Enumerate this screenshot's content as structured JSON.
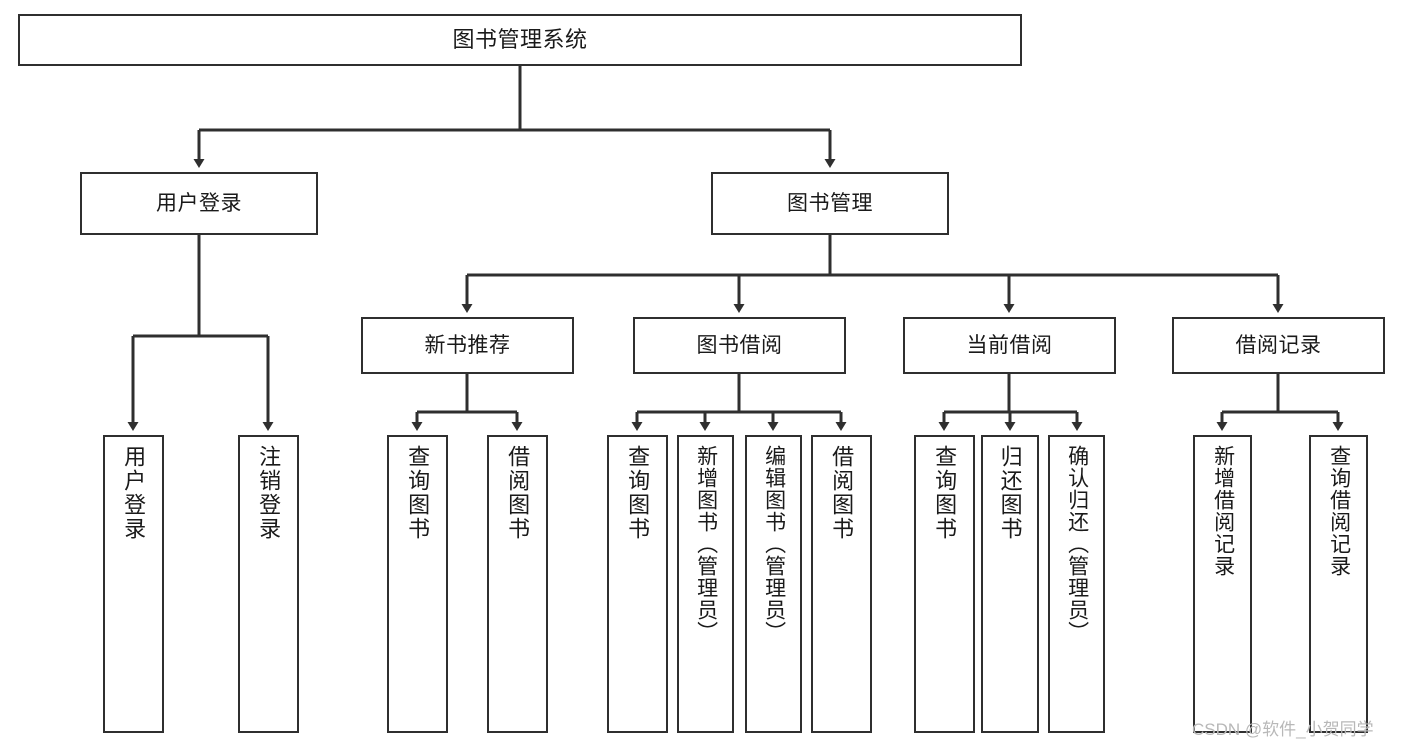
{
  "diagram": {
    "title": "图书管理系统",
    "type": "hierarchy-tree",
    "orientation": "top-down",
    "colors": {
      "stroke": "#2f2f2f",
      "fill": "#ffffff",
      "text": "#1a1a1a",
      "watermark": "#b8b8b8"
    },
    "levels": {
      "root": {
        "label": "图书管理系统"
      },
      "level1": [
        {
          "id": "user-login",
          "label": "用户登录"
        },
        {
          "id": "book-manage",
          "label": "图书管理"
        }
      ],
      "level2": [
        {
          "id": "new-book-recommend",
          "label": "新书推荐",
          "parent": "book-manage"
        },
        {
          "id": "book-borrow",
          "label": "图书借阅",
          "parent": "book-manage"
        },
        {
          "id": "current-borrow",
          "label": "当前借阅",
          "parent": "book-manage"
        },
        {
          "id": "borrow-record",
          "label": "借阅记录",
          "parent": "book-manage"
        }
      ],
      "leaves": [
        {
          "id": "leaf-user-login",
          "label": "用户登录",
          "parent": "user-login"
        },
        {
          "id": "leaf-logout-login",
          "label": "注销登录",
          "parent": "user-login"
        },
        {
          "id": "leaf-query-book-1",
          "label": "查询图书",
          "parent": "new-book-recommend"
        },
        {
          "id": "leaf-borrow-book-1",
          "label": "借阅图书",
          "parent": "new-book-recommend"
        },
        {
          "id": "leaf-query-book-2",
          "label": "查询图书",
          "parent": "book-borrow"
        },
        {
          "id": "leaf-add-book",
          "label": "新增图书（管理员）",
          "parent": "book-borrow"
        },
        {
          "id": "leaf-edit-book",
          "label": "编辑图书（管理员）",
          "parent": "book-borrow"
        },
        {
          "id": "leaf-borrow-book-2",
          "label": "借阅图书",
          "parent": "book-borrow"
        },
        {
          "id": "leaf-query-book-3",
          "label": "查询图书",
          "parent": "current-borrow"
        },
        {
          "id": "leaf-return-book",
          "label": "归还图书",
          "parent": "current-borrow"
        },
        {
          "id": "leaf-confirm-return",
          "label": "确认归还（管理员）",
          "parent": "current-borrow"
        },
        {
          "id": "leaf-add-record",
          "label": "新增借阅记录",
          "parent": "borrow-record"
        },
        {
          "id": "leaf-query-record",
          "label": "查询借阅记录",
          "parent": "borrow-record"
        }
      ]
    },
    "watermark": "CSDN @软件_小贺同学"
  }
}
